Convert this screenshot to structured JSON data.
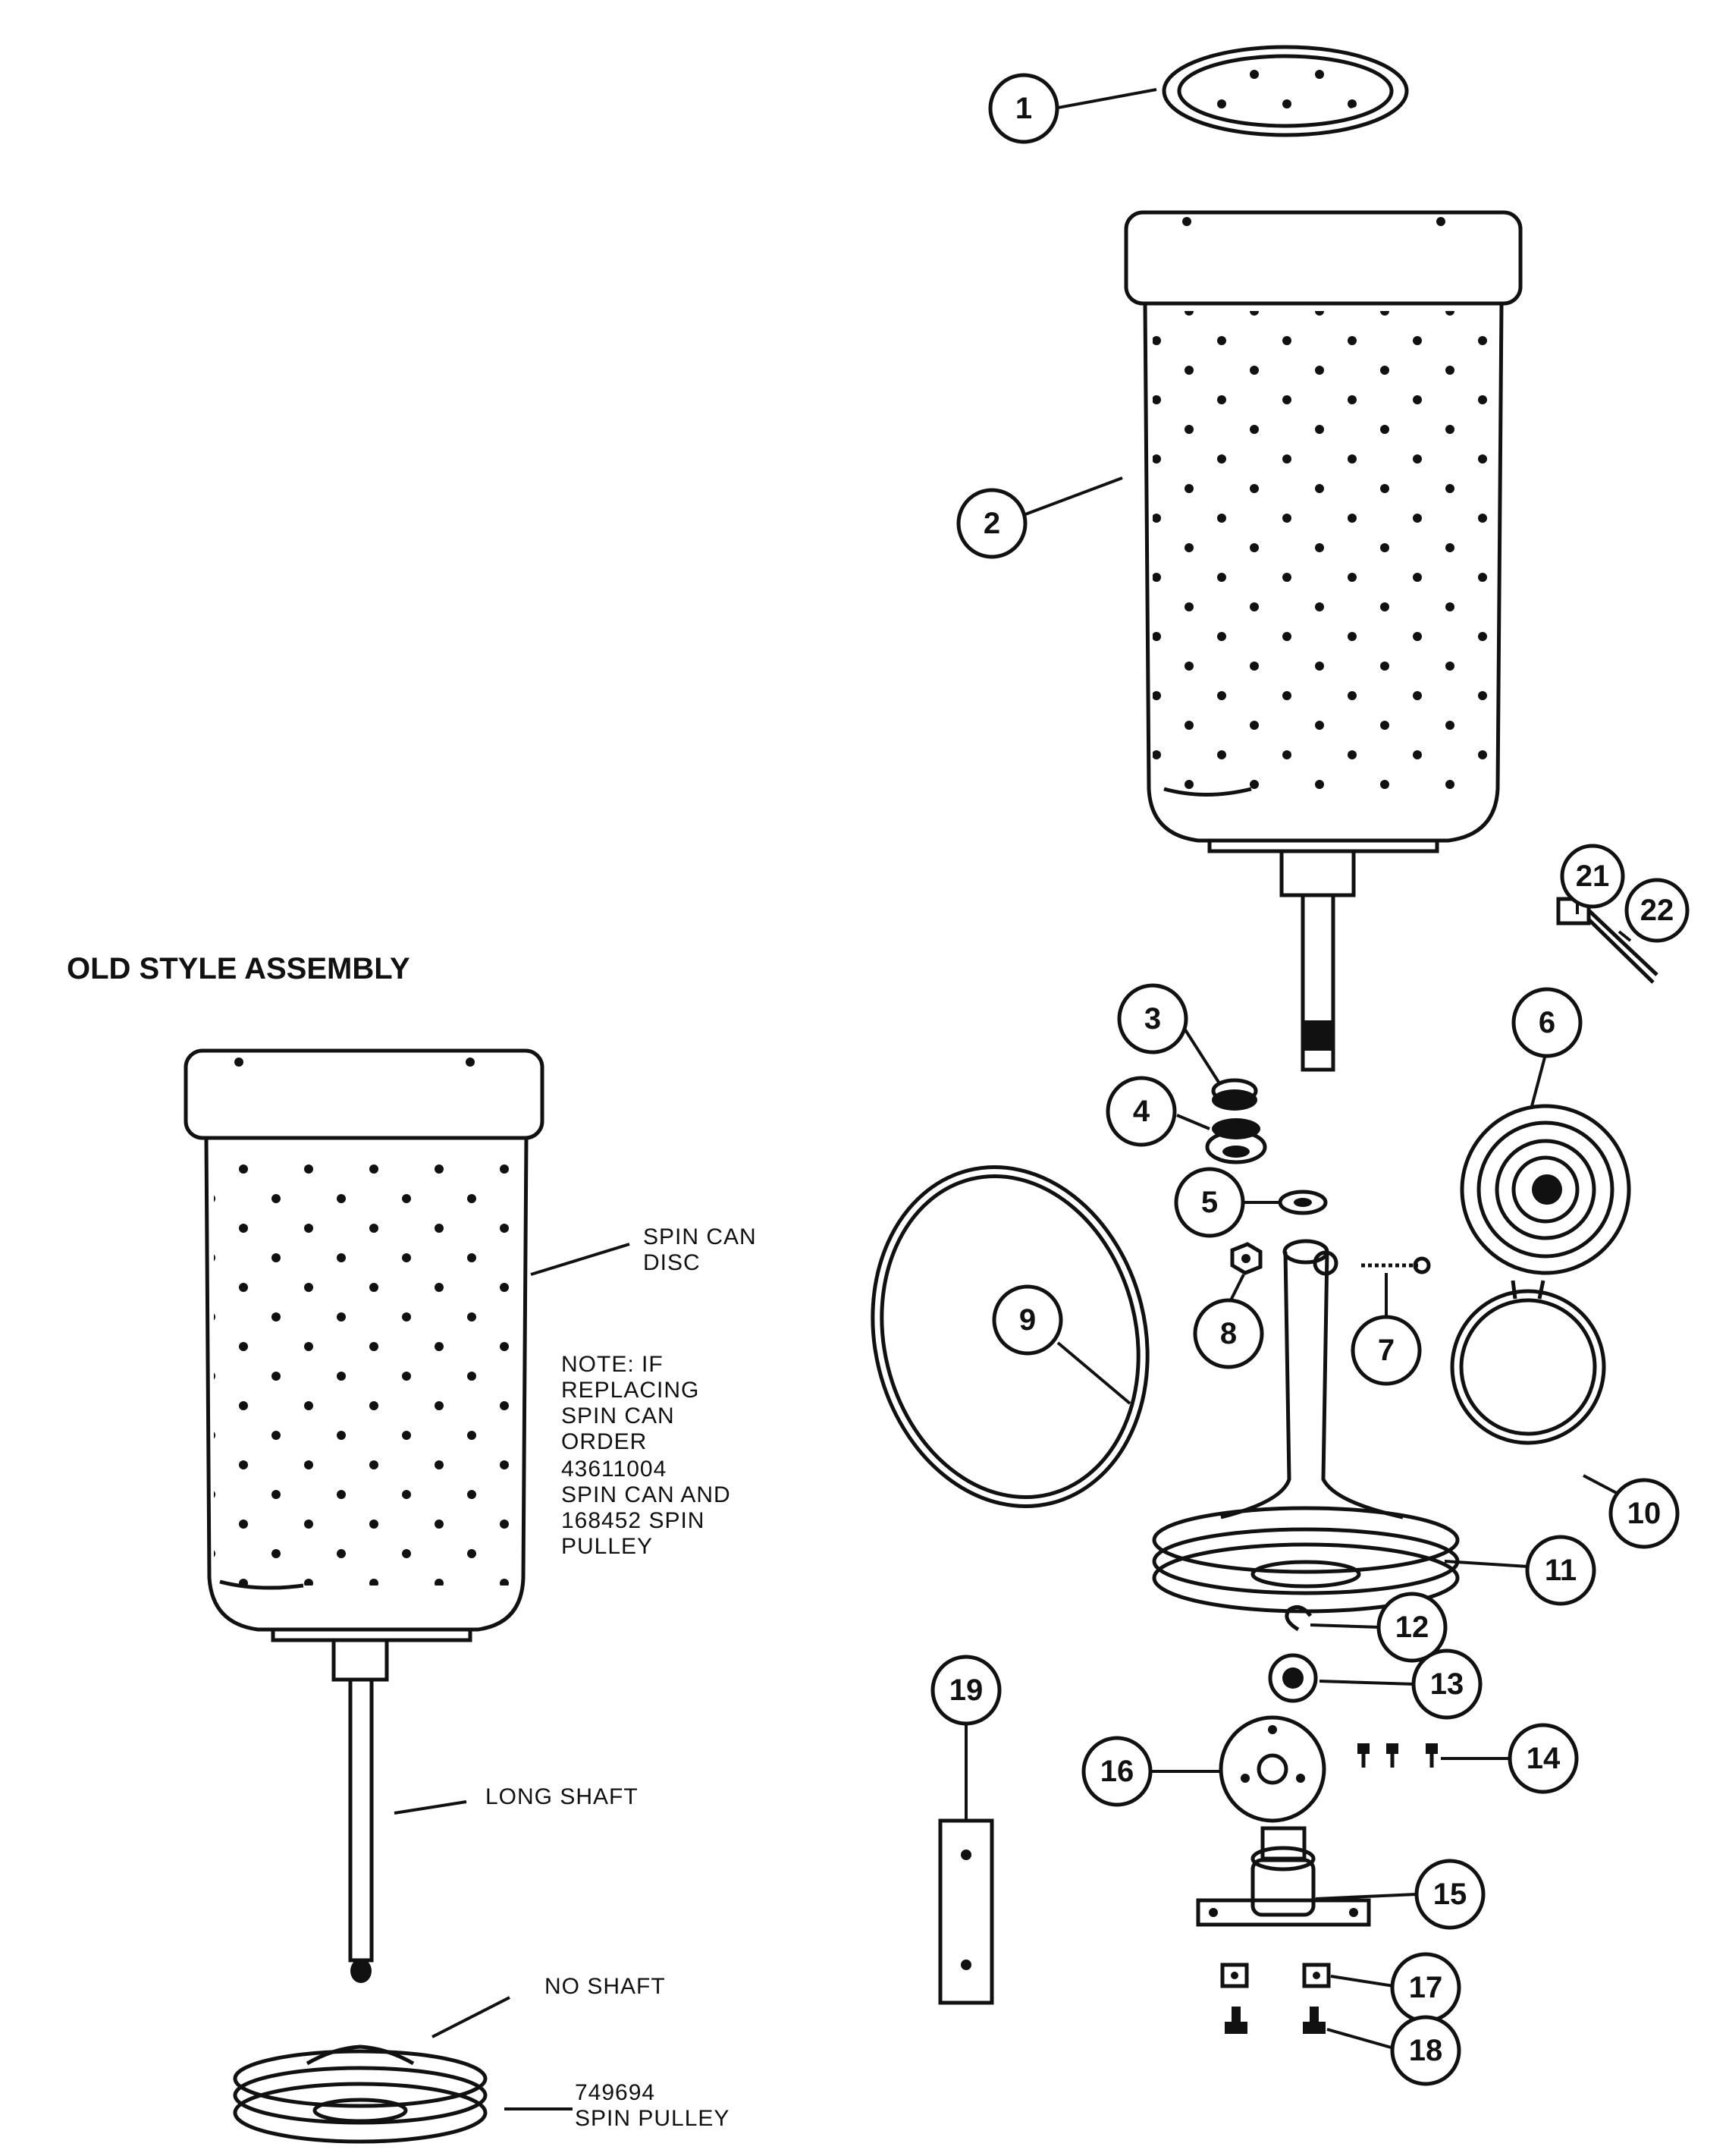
{
  "heading": "OLD STYLE ASSEMBLY",
  "callouts": [
    "1",
    "2",
    "3",
    "4",
    "5",
    "6",
    "7",
    "8",
    "9",
    "10",
    "11",
    "12",
    "13",
    "14",
    "15",
    "16",
    "17",
    "18",
    "19",
    "21",
    "22"
  ],
  "labels": {
    "spin_can_disc": [
      "SPIN CAN",
      "DISC"
    ],
    "note": [
      "NOTE: IF",
      "REPLACING",
      "SPIN CAN",
      "ORDER",
      "43611004",
      "SPIN CAN AND",
      "168452 SPIN",
      "PULLEY"
    ],
    "long_shaft": "LONG SHAFT",
    "no_shaft": "NO SHAFT",
    "spin_pulley": [
      "749694",
      "SPIN PULLEY"
    ]
  }
}
